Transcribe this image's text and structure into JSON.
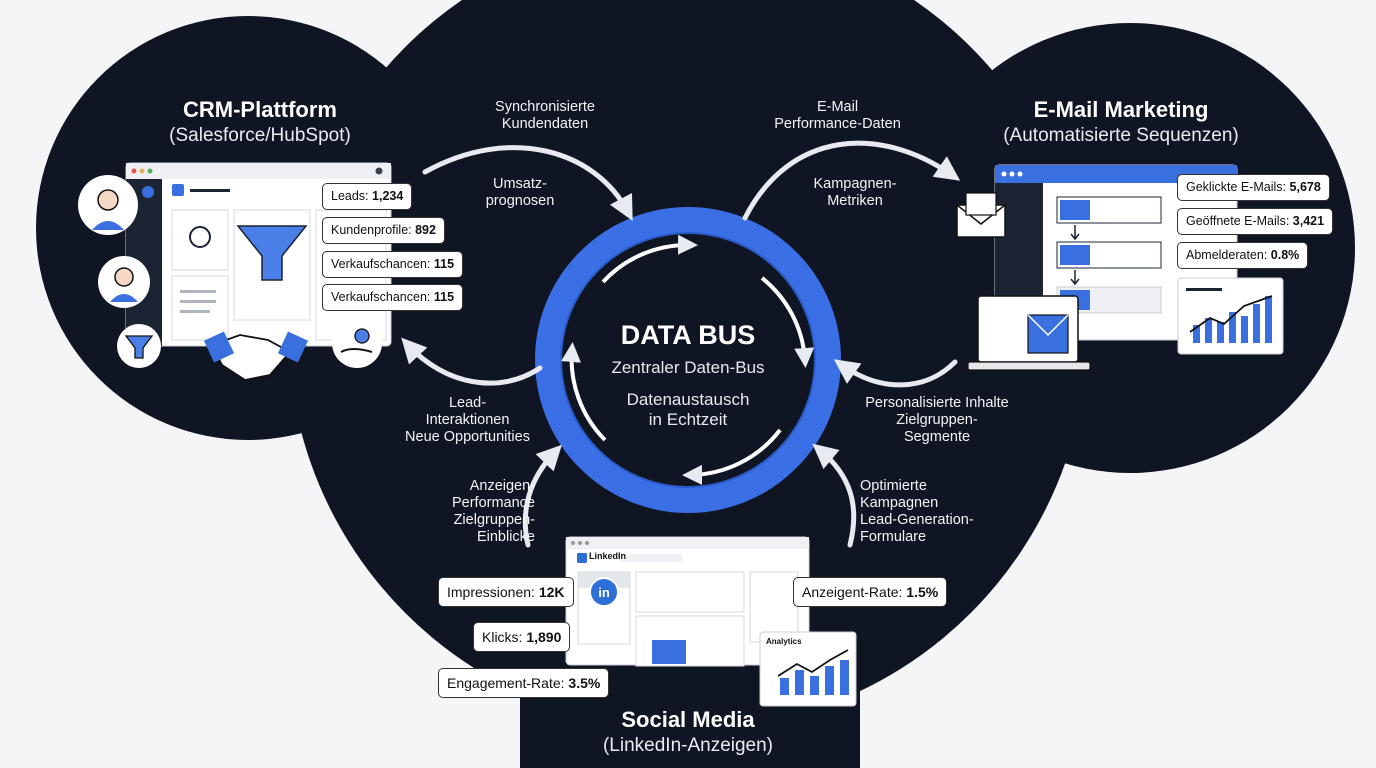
{
  "center": {
    "title": "DATA BUS",
    "subtitle": "Zentraler Daten-Bus",
    "line1": "Datenaustausch",
    "line2": "in Echtzeit"
  },
  "crm": {
    "title": "CRM-Plattform",
    "subtitle": "(Salesforce/HubSpot)",
    "metrics": [
      {
        "label": "Leads:",
        "value": "1,234"
      },
      {
        "label": "Kundenprofile:",
        "value": "892"
      },
      {
        "label": "Verkaufschancen:",
        "value": "115"
      },
      {
        "label": "Verkaufschancen:",
        "value": "115"
      }
    ]
  },
  "email": {
    "title": "E-Mail Marketing",
    "subtitle": "(Automatisierte Sequenzen)",
    "metrics": [
      {
        "label": "Geklickte E-Mails:",
        "value": "5,678"
      },
      {
        "label": "Geöffnete E-Mails:",
        "value": "3,421"
      },
      {
        "label": "Abmelderaten:",
        "value": "0.8%"
      }
    ]
  },
  "social": {
    "title": "Social Media",
    "subtitle": "(LinkedIn-Anzeigen)",
    "app_name": "LinkedIn",
    "analytics_label": "Analytics",
    "metrics": [
      {
        "label": "Impressionen:",
        "value": "12K"
      },
      {
        "label": "Klicks:",
        "value": "1,890"
      },
      {
        "label": "Engagement-Rate:",
        "value": "3.5%"
      },
      {
        "label": "Anzeigent-Rate:",
        "value": "1.5%"
      }
    ]
  },
  "flows": {
    "crm_to_bus_1": [
      "Synchronisierte",
      "Kundendaten"
    ],
    "crm_to_bus_2": [
      "Umsatz-",
      "prognosen"
    ],
    "bus_to_email_1": [
      "E-Mail",
      "Performance-Daten"
    ],
    "bus_to_email_2": [
      "Kampagnen-",
      "Metriken"
    ],
    "bus_to_crm": [
      "Lead-",
      "Interaktionen",
      "Neue Opportunities"
    ],
    "email_to_bus": [
      "Personalisierte Inhalte",
      "Zielgruppen-",
      "Segmente"
    ],
    "social_to_bus": [
      "Anzeigen-",
      "Performance",
      "Zielgruppen-",
      "Einblicke"
    ],
    "bus_to_social": [
      "Optimierte",
      "Kampagnen",
      "Lead-Generation-",
      "Formulare"
    ]
  },
  "colors": {
    "background": "#f4f5f7",
    "shape": "#0f1522",
    "accent": "#3a6fe0",
    "ring": "#3b6fe6"
  },
  "icons": [
    "woman-avatar-icon",
    "man-avatar-icon",
    "funnel-icon",
    "handshake-icon",
    "money-hand-icon",
    "envelope-icon",
    "laptop-icon",
    "linkedin-icon",
    "analytics-chart-icon"
  ]
}
